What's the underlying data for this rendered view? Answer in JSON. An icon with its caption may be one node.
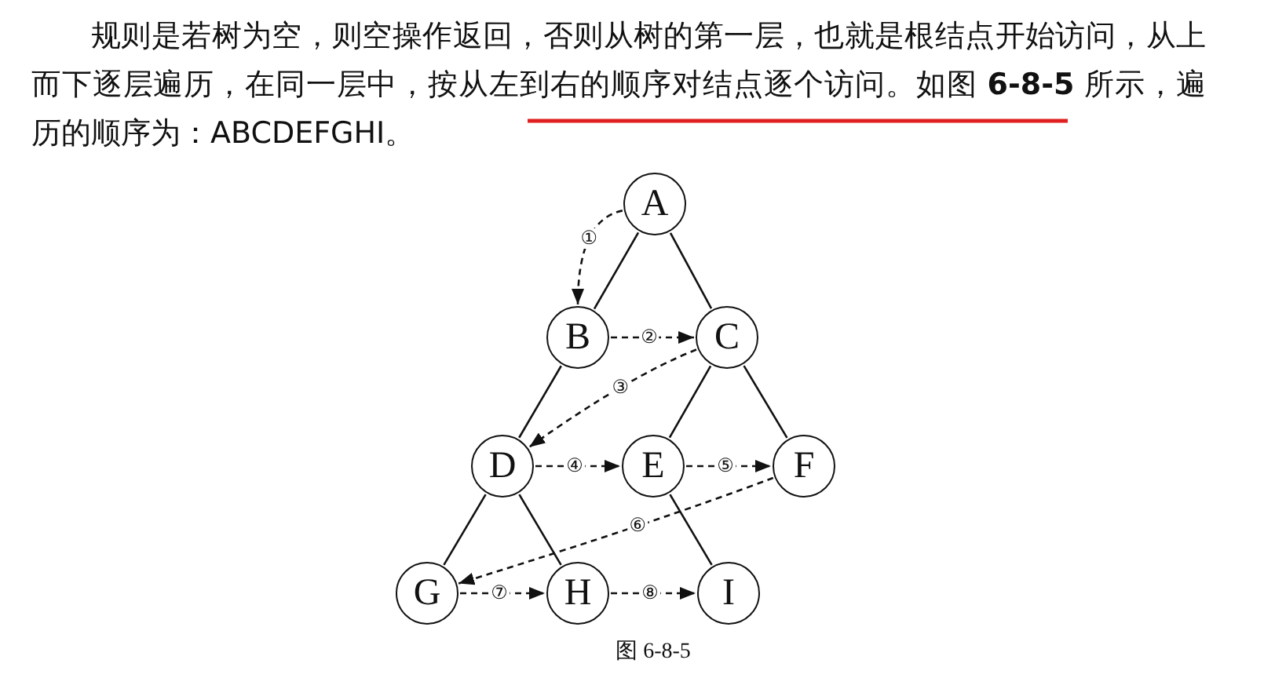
{
  "diagram": {
    "caption": "图 6-8-5",
    "nodes": [
      {
        "text": [
          "A"
        ]
      },
      {
        "text": [
          "B"
        ]
      },
      {
        "text": [
          "C"
        ]
      },
      {
        "text": [
          "D"
        ]
      },
      {
        "text": [
          "E"
        ]
      },
      {
        "text": [
          "F"
        ]
      },
      {
        "text": [
          "G"
        ]
      },
      {
        "text": [
          "H"
        ]
      },
      {
        "text": [
          "I"
        ]
      }
    ],
    "edges": [
      {
        "from": 0,
        "to": 1,
        "arrow": "none"
      },
      {
        "from": 0,
        "to": 2,
        "arrow": "none"
      },
      {
        "from": 1,
        "to": 3,
        "arrow": "none"
      },
      {
        "from": 2,
        "to": 4,
        "arrow": "none"
      },
      {
        "from": 2,
        "to": 5,
        "arrow": "none"
      },
      {
        "from": 3,
        "to": 6,
        "arrow": "none"
      },
      {
        "from": 3,
        "to": 7,
        "arrow": "none"
      },
      {
        "from": 4,
        "to": 8,
        "arrow": "none"
      },
      {
        "from": 0,
        "to": 1,
        "arrow": "to",
        "style": "dashed",
        "label": "①"
      },
      {
        "from": 1,
        "to": 2,
        "arrow": "to",
        "style": "dashed",
        "label": "②"
      },
      {
        "from": 2,
        "to": 3,
        "arrow": "to",
        "style": "dashed",
        "label": "③"
      },
      {
        "from": 3,
        "to": 4,
        "arrow": "to",
        "style": "dashed",
        "label": "④"
      },
      {
        "from": 4,
        "to": 5,
        "arrow": "to",
        "style": "dashed",
        "label": "⑤"
      },
      {
        "from": 5,
        "to": 6,
        "arrow": "to",
        "style": "dashed",
        "label": "⑥"
      },
      {
        "from": 6,
        "to": 7,
        "arrow": "to",
        "style": "dashed",
        "label": "⑦"
      },
      {
        "from": 7,
        "to": 8,
        "arrow": "to",
        "style": "dashed",
        "label": "⑧"
      }
    ],
    "labels": [
      "规则是若树为空，则空操作返回，否则从树的第一层，也就是根结点开始访问，从上而下逐层遍历，在同一层中，按从左到右的顺序对结点逐个访问。如图 **6-8-5** 所示，遍历的顺序为：ABCDEFGHI。"
    ]
  }
}
